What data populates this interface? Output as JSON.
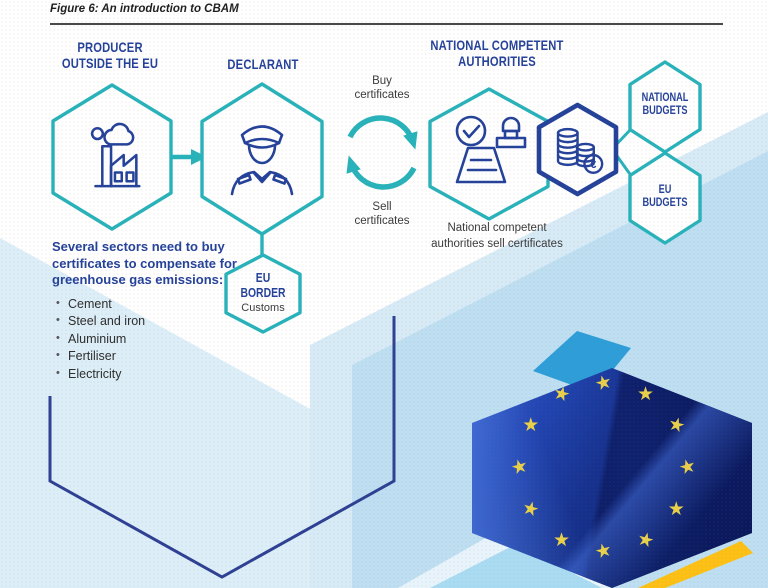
{
  "title": "Figure 6: An introduction to CBAM",
  "nodes": {
    "producer": {
      "lines": [
        "PRODUCER",
        "OUTSIDE THE EU"
      ]
    },
    "declarant": {
      "lines": [
        "DECLARANT"
      ]
    },
    "nca": {
      "lines": [
        "NATIONAL COMPETENT",
        "AUTHORITIES"
      ],
      "caption_lines": [
        "National competent",
        "authorities sell certificates"
      ]
    },
    "national_budgets": {
      "lines": [
        "NATIONAL",
        "BUDGETS"
      ]
    },
    "eu_budgets": {
      "lines": [
        "EU",
        "BUDGETS"
      ]
    },
    "eu_border": {
      "lines": [
        "EU",
        "BORDER"
      ],
      "sublabel": "Customs"
    }
  },
  "flows": {
    "buy_lines": [
      "Buy",
      "certificates"
    ],
    "sell_lines": [
      "Sell",
      "certificates"
    ]
  },
  "sectors": {
    "intro_lines": [
      "Several sectors need to buy",
      "certificates to compensate for",
      "greenhouse gas emissions:"
    ],
    "items": [
      "Cement",
      "Steel and iron",
      "Aluminium",
      "Fertiliser",
      "Electricity"
    ]
  },
  "icons": {
    "producer": "factory-icon",
    "declarant": "customs-officer-icon",
    "nca": "stamp-check-icon",
    "payment": "euro-coins-icon",
    "cycle": "buy-sell-cycle-icon",
    "flag": "eu-flag-photo"
  },
  "colors": {
    "teal": "#28b2ba",
    "navy": "#24429a",
    "ink": "#3a3a3a",
    "pale_blue": "#dceef8",
    "accent_blue": "#2e9ed8",
    "accent_yellow": "#fdc116",
    "flag_blue": "#16328f",
    "star_yellow": "#e9d049"
  }
}
